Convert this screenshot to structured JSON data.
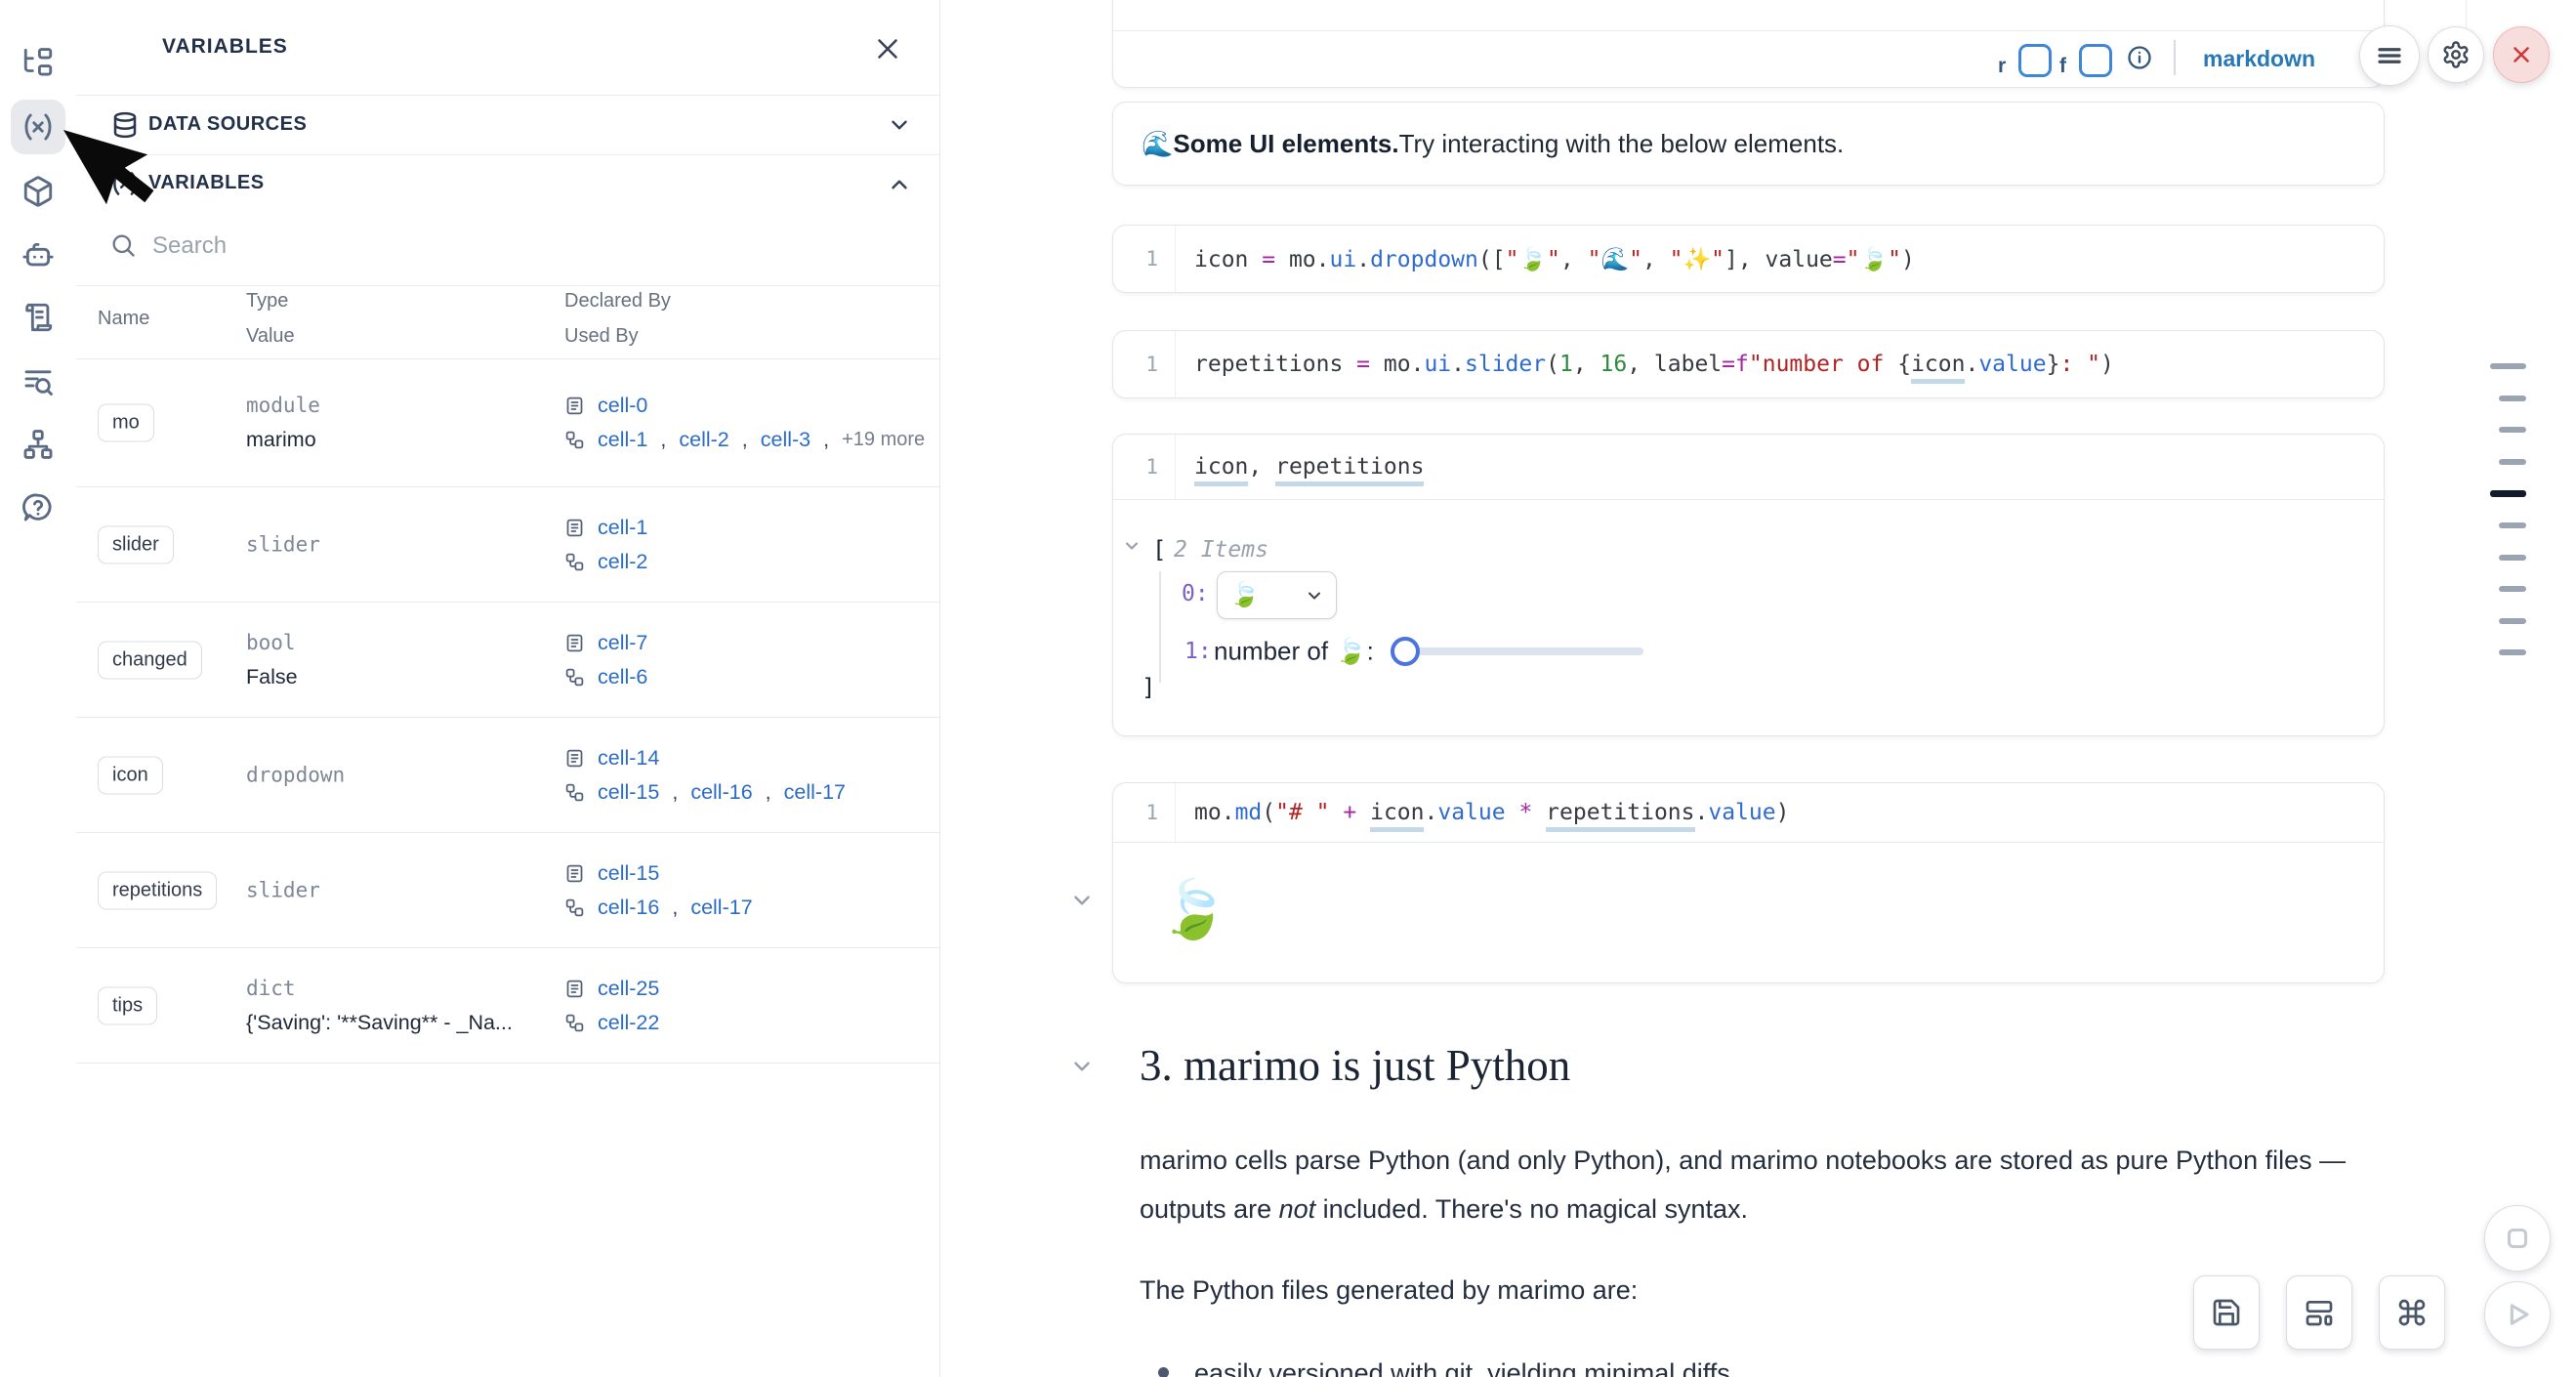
{
  "sidebar": {
    "items": [
      {
        "icon": "file-tree-icon"
      },
      {
        "icon": "variables-icon",
        "active": true
      },
      {
        "icon": "package-icon"
      },
      {
        "icon": "ai-bot-icon"
      },
      {
        "icon": "scroll-icon"
      },
      {
        "icon": "log-search-icon"
      },
      {
        "icon": "dependency-graph-icon"
      },
      {
        "icon": "help-icon"
      }
    ]
  },
  "panel": {
    "title": "VARIABLES",
    "sections": [
      {
        "label": "DATA SOURCES",
        "icon": "database-icon",
        "chevron": "down"
      },
      {
        "label": "VARIABLES",
        "icon": "variables-icon",
        "chevron": "up"
      }
    ],
    "search": {
      "placeholder": "Search"
    },
    "table": {
      "headers": {
        "name": "Name",
        "type": "Type",
        "value": "Value",
        "declared": "Declared By",
        "used": "Used By"
      },
      "rows": [
        {
          "name": "mo",
          "type": "module",
          "value": "marimo",
          "declared": [
            "cell-0"
          ],
          "used": [
            "cell-1",
            "cell-2",
            "cell-3"
          ],
          "used_more": "+19 more"
        },
        {
          "name": "slider",
          "type": "slider",
          "value": "",
          "declared": [
            "cell-1"
          ],
          "used": [
            "cell-2"
          ]
        },
        {
          "name": "changed",
          "type": "bool",
          "value": "False",
          "declared": [
            "cell-7"
          ],
          "used": [
            "cell-6"
          ]
        },
        {
          "name": "icon",
          "type": "dropdown",
          "value": "",
          "declared": [
            "cell-14"
          ],
          "used": [
            "cell-15",
            "cell-16",
            "cell-17"
          ]
        },
        {
          "name": "repetitions",
          "type": "slider",
          "value": "",
          "declared": [
            "cell-15"
          ],
          "used": [
            "cell-16",
            "cell-17"
          ]
        },
        {
          "name": "tips",
          "type": "dict",
          "value": "{'Saving': '**Saving** - _Na...",
          "declared": [
            "cell-25"
          ],
          "used": [
            "cell-22"
          ]
        }
      ]
    }
  },
  "notebook": {
    "md_cell": {
      "line_no": "1",
      "tokens": [
        [
          "**🌊 Some UI elements.** Try interacting with the below elements.",
          "v"
        ]
      ],
      "toolbar": {
        "r": "r",
        "f": "f",
        "mode": "markdown"
      },
      "output": {
        "emoji": "🌊 ",
        "bold": "Some UI elements.",
        "rest": " Try interacting with the below elements."
      }
    },
    "cells": [
      {
        "line_no": "1",
        "tokens": [
          [
            "icon ",
            "v"
          ],
          [
            "=",
            "o"
          ],
          [
            " mo",
            "v"
          ],
          [
            ".",
            "p"
          ],
          [
            "ui",
            "f"
          ],
          [
            ".",
            "p"
          ],
          [
            "dropdown",
            "f"
          ],
          [
            "([",
            "p"
          ],
          [
            "\"🍃\"",
            "s"
          ],
          [
            ", ",
            "p"
          ],
          [
            "\"🌊\"",
            "s"
          ],
          [
            ", ",
            "p"
          ],
          [
            "\"✨\"",
            "s"
          ],
          [
            "], ",
            "p"
          ],
          [
            "value",
            "v"
          ],
          [
            "=",
            "o"
          ],
          [
            "\"🍃\"",
            "s"
          ],
          [
            ")",
            "p"
          ]
        ]
      },
      {
        "line_no": "1",
        "tokens": [
          [
            "repetitions ",
            "v"
          ],
          [
            "=",
            "o"
          ],
          [
            " mo",
            "v"
          ],
          [
            ".",
            "p"
          ],
          [
            "ui",
            "f"
          ],
          [
            ".",
            "p"
          ],
          [
            "slider",
            "f"
          ],
          [
            "(",
            "p"
          ],
          [
            "1",
            "n"
          ],
          [
            ", ",
            "p"
          ],
          [
            "16",
            "n"
          ],
          [
            ", ",
            "p"
          ],
          [
            "label",
            "v"
          ],
          [
            "=",
            "o"
          ],
          [
            "f",
            "o"
          ],
          [
            "\"number of ",
            "s"
          ],
          [
            "{",
            "p"
          ],
          [
            "icon",
            "v u"
          ],
          [
            ".",
            "p"
          ],
          [
            "value",
            "f"
          ],
          [
            "}",
            "p"
          ],
          [
            ": \"",
            "s"
          ],
          [
            ")",
            "p"
          ]
        ]
      },
      {
        "line_no": "1",
        "tokens": [
          [
            "icon",
            "v u"
          ],
          [
            ", ",
            "p"
          ],
          [
            "repetitions",
            "v u"
          ]
        ]
      },
      {
        "line_no": "1",
        "tokens": [
          [
            "mo",
            "v"
          ],
          [
            ".",
            "p"
          ],
          [
            "md",
            "f"
          ],
          [
            "(",
            "p"
          ],
          [
            "\"# \"",
            "s"
          ],
          [
            " ",
            "p"
          ],
          [
            "+",
            "o"
          ],
          [
            " ",
            "p"
          ],
          [
            "icon",
            "v u"
          ],
          [
            ".",
            "p"
          ],
          [
            "value",
            "f"
          ],
          [
            " ",
            "p"
          ],
          [
            "*",
            "o"
          ],
          [
            " ",
            "p"
          ],
          [
            "repetitions",
            "v u"
          ],
          [
            ".",
            "p"
          ],
          [
            "value",
            "f"
          ],
          [
            ")",
            "p"
          ]
        ]
      }
    ],
    "tree": {
      "bracket_open": "[",
      "items": "2 Items",
      "idx0": "0:",
      "idx1": "1:",
      "dropdown_value": "🍃",
      "slider_label": "number of 🍃: ",
      "bracket_close": "]"
    },
    "big_output": "🍃",
    "heading": "3. marimo is just Python",
    "para1": {
      "a": "marimo cells parse Python (and only Python), and marimo notebooks are stored as pure Python files — outputs are ",
      "i": "not",
      "b": " included. There's no magical syntax."
    },
    "para2": "The Python files generated by marimo are:",
    "bullets": [
      "easily versioned with git, yielding minimal diffs"
    ]
  },
  "minimap": {
    "dashes": [
      {
        "x": 0,
        "w": 37
      },
      {
        "x": 9,
        "w": 28
      },
      {
        "x": 9,
        "w": 28
      },
      {
        "x": 9,
        "w": 28
      },
      {
        "x": 0,
        "w": 37,
        "active": true
      },
      {
        "x": 9,
        "w": 28
      },
      {
        "x": 9,
        "w": 28
      },
      {
        "x": 9,
        "w": 28
      },
      {
        "x": 9,
        "w": 28
      },
      {
        "x": 9,
        "w": 28
      }
    ]
  },
  "colors": {
    "link_blue": "#2b6cc4",
    "markdown_blue": "#2878b5",
    "danger_red": "#cc3a3a",
    "minimap_active": "#121a2b",
    "code_string": "#b22222",
    "code_number": "#2e8b3d",
    "code_operator": "#a626a4",
    "code_function": "#2f6bd0"
  }
}
